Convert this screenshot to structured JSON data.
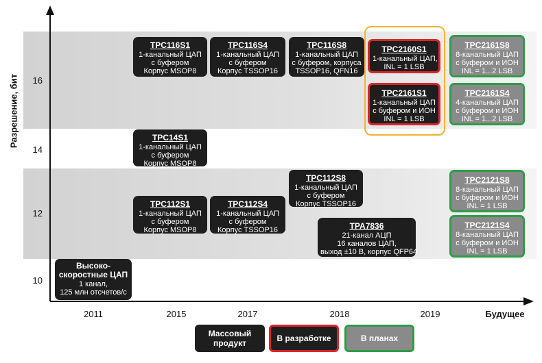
{
  "axes": {
    "y_label": "Разрешение, бит",
    "y_ticks": [
      "16",
      "14",
      "12",
      "10"
    ],
    "x_ticks": [
      "2011",
      "2015",
      "2017",
      "2018",
      "2019",
      "Будущее"
    ]
  },
  "boxes": {
    "tpc116s1": {
      "title": "TPC116S1",
      "lines": [
        "1-канальный ЦАП",
        "с буфером",
        "Корпус MSOP8"
      ]
    },
    "tpc116s4": {
      "title": "TPC116S4",
      "lines": [
        "1-канальный ЦАП",
        "с буфером",
        "Корпус TSSOP16"
      ]
    },
    "tpc116s8": {
      "title": "TPC116S8",
      "lines": [
        "1-канальный ЦАП",
        "с буфером, корпуса",
        "TSSOP16, QFN16"
      ]
    },
    "tpc2160s1": {
      "title": "TPC2160S1",
      "lines": [
        "1-канальный ЦАП,",
        "INL = 1 LSB"
      ]
    },
    "tpc2161s1": {
      "title": "TPC2161S1",
      "lines": [
        "1-канальный ЦАП",
        "с буфером и ИОН",
        "INL = 1 LSB"
      ]
    },
    "tpc2161s8": {
      "title": "TPC2161S8",
      "lines": [
        "8-канальный ЦАП",
        "с буфером и ИОН",
        "INL = 1...2 LSB"
      ]
    },
    "tpc2161s4": {
      "title": "TPC2161S4",
      "lines": [
        "4-канальный ЦАП",
        "с буфером и ИОН",
        "INL = 1...2 LSB"
      ]
    },
    "tpc14s1": {
      "title": "TPC14S1",
      "lines": [
        "1-канальный ЦАП",
        "с буфером",
        "Корпус MSOP8"
      ]
    },
    "tpc112s8": {
      "title": "TPC112S8",
      "lines": [
        "1-канальный ЦАП",
        "с буфером",
        "Корпус TSSOP16"
      ]
    },
    "tpc2121s8": {
      "title": "TPC2121S8",
      "lines": [
        "8-канальный ЦАП",
        "с буфером и ИОН",
        "INL = 1 LSB"
      ]
    },
    "tpc112s1": {
      "title": "TPC112S1",
      "lines": [
        "1-канальный ЦАП",
        "с буфером",
        "Корпус MSOP8"
      ]
    },
    "tpc112s4": {
      "title": "TPC112S4",
      "lines": [
        "1-канальный ЦАП",
        "с буфером",
        "Корпус TSSOP16"
      ]
    },
    "tpa7836": {
      "title": "TPA7836",
      "lines": [
        "21-канал АЦП",
        "16 каналов ЦАП,",
        "выход ±10 В, корпус QFP64"
      ]
    },
    "tpc2121s4": {
      "title": "TPC2121S4",
      "lines": [
        "8-канальный ЦАП",
        "с буфером и ИОН",
        "INL = 1 LSB"
      ]
    },
    "highspeed": {
      "title": "Высоко-\nскоростные ЦАП",
      "lines": [
        "1 канал,",
        "125 млн отсчетов/с"
      ]
    }
  },
  "legend": {
    "mass": "Массовый\nпродукт",
    "dev": "В разработке",
    "plan": "В планах"
  },
  "colors": {
    "mass": "#1e1e1e",
    "dev_border": "#d9262a",
    "plan_fill": "#8a8a8a",
    "plan_border": "#2e9c48",
    "highlight": "#f2b233"
  }
}
